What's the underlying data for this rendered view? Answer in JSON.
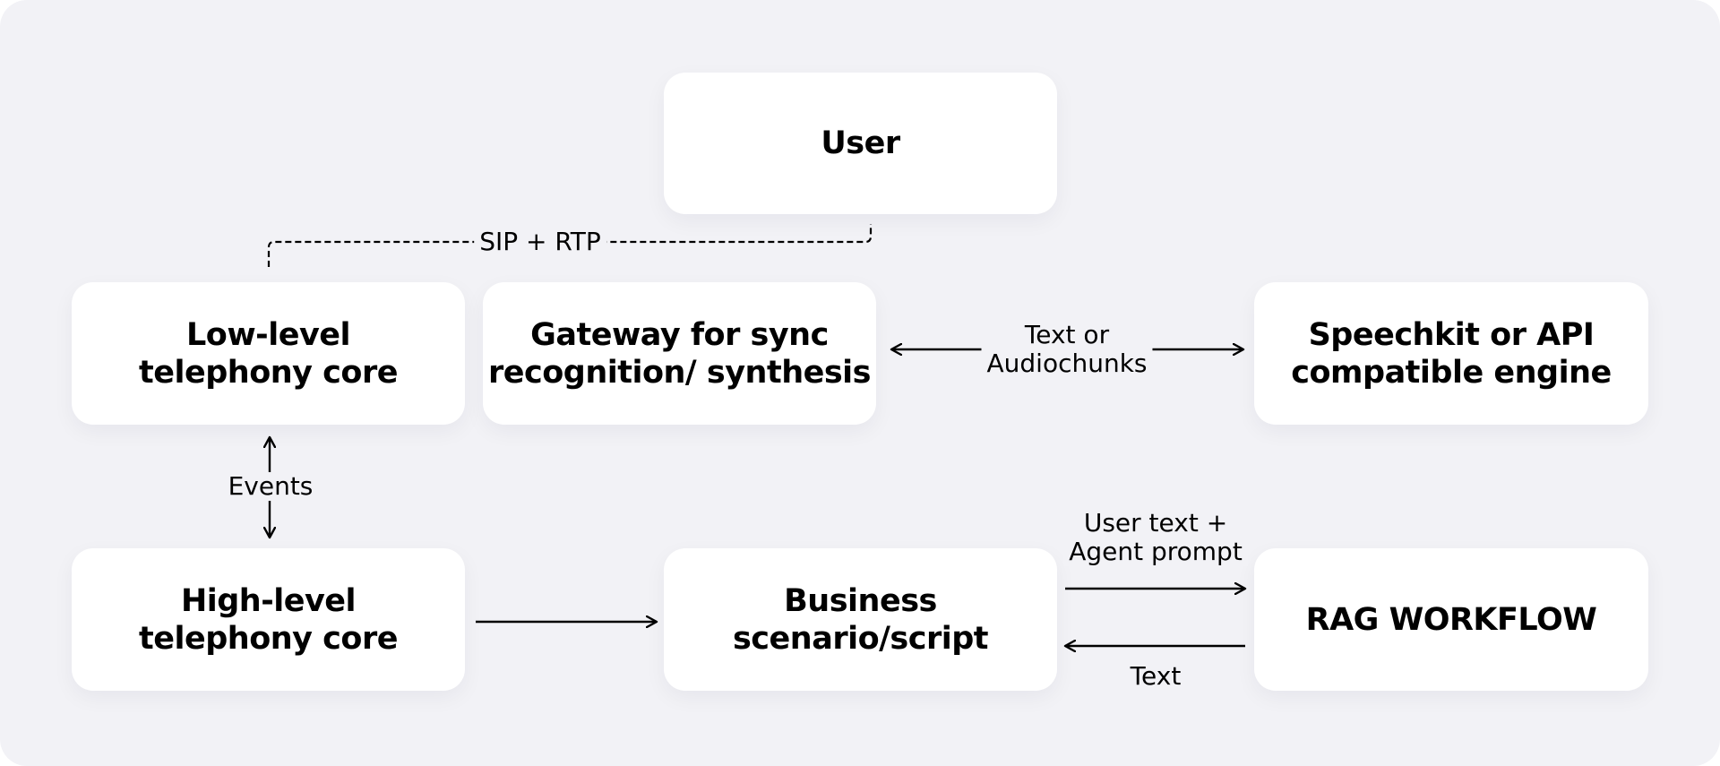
{
  "nodes": {
    "user": {
      "label": "User"
    },
    "low_level": {
      "label": "Low-level\ntelephony core"
    },
    "gateway": {
      "label": "Gateway for sync\nrecognition/ synthesis"
    },
    "speechkit": {
      "label": "Speechkit or API\ncompatible engine"
    },
    "high_level": {
      "label": "High-level\ntelephony core"
    },
    "business": {
      "label": "Business\nscenario/script"
    },
    "rag": {
      "label": "RAG WORKFLOW"
    }
  },
  "edges": {
    "sip_rtp": {
      "label": "SIP + RTP",
      "style": "dashed"
    },
    "text_audio": {
      "label": "Text or\nAudiochunks"
    },
    "events": {
      "label": "Events"
    },
    "user_text_prompt": {
      "label": "User text +\nAgent prompt"
    },
    "text_back": {
      "label": "Text"
    }
  },
  "colors": {
    "background": "#f2f2f6",
    "node_fill": "#ffffff",
    "text": "#000000",
    "line": "#000000"
  }
}
